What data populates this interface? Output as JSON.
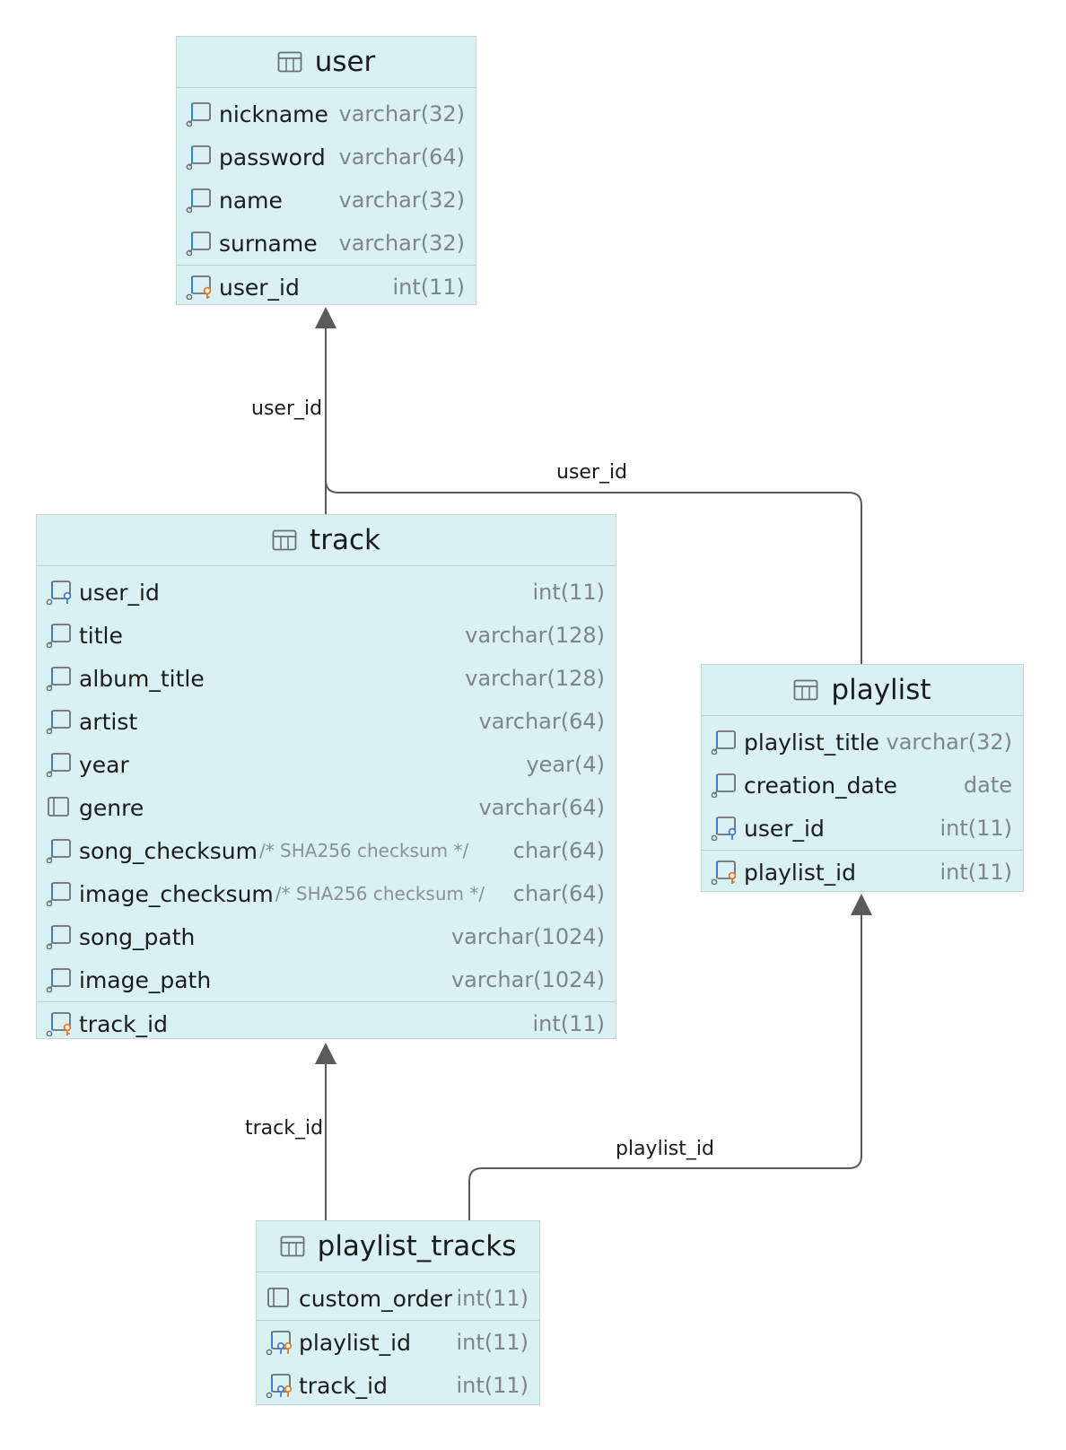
{
  "tables": {
    "user": {
      "name": "user",
      "columns": [
        {
          "name": "nickname",
          "type": "varchar(32)",
          "icon": "column-fk-icon"
        },
        {
          "name": "password",
          "type": "varchar(64)",
          "icon": "column-fk-icon"
        },
        {
          "name": "name",
          "type": "varchar(32)",
          "icon": "column-fk-icon"
        },
        {
          "name": "surname",
          "type": "varchar(32)",
          "icon": "column-fk-icon"
        }
      ],
      "keys": [
        {
          "name": "user_id",
          "type": "int(11)",
          "icon": "primary-key-icon"
        }
      ]
    },
    "track": {
      "name": "track",
      "columns": [
        {
          "name": "user_id",
          "type": "int(11)",
          "icon": "foreign-key-icon"
        },
        {
          "name": "title",
          "type": "varchar(128)",
          "icon": "column-fk-icon"
        },
        {
          "name": "album_title",
          "type": "varchar(128)",
          "icon": "column-fk-icon"
        },
        {
          "name": "artist",
          "type": "varchar(64)",
          "icon": "column-fk-icon"
        },
        {
          "name": "year",
          "type": "year(4)",
          "icon": "column-fk-icon"
        },
        {
          "name": "genre",
          "type": "varchar(64)",
          "icon": "column-icon"
        },
        {
          "name": "song_checksum",
          "comment": "/* SHA256 checksum */",
          "type": "char(64)",
          "icon": "column-fk-icon"
        },
        {
          "name": "image_checksum",
          "comment": "/* SHA256 checksum */",
          "type": "char(64)",
          "icon": "column-fk-icon"
        },
        {
          "name": "song_path",
          "type": "varchar(1024)",
          "icon": "column-fk-icon"
        },
        {
          "name": "image_path",
          "type": "varchar(1024)",
          "icon": "column-fk-icon"
        }
      ],
      "keys": [
        {
          "name": "track_id",
          "type": "int(11)",
          "icon": "primary-key-icon"
        }
      ]
    },
    "playlist": {
      "name": "playlist",
      "columns": [
        {
          "name": "playlist_title",
          "type": "varchar(32)",
          "icon": "column-fk-icon"
        },
        {
          "name": "creation_date",
          "type": "date",
          "icon": "column-fk-icon"
        },
        {
          "name": "user_id",
          "type": "int(11)",
          "icon": "foreign-key-icon"
        }
      ],
      "keys": [
        {
          "name": "playlist_id",
          "type": "int(11)",
          "icon": "primary-key-icon"
        }
      ]
    },
    "playlist_tracks": {
      "name": "playlist_tracks",
      "columns": [
        {
          "name": "custom_order",
          "type": "int(11)",
          "icon": "column-icon"
        }
      ],
      "keys": [
        {
          "name": "playlist_id",
          "type": "int(11)",
          "icon": "composite-key-icon"
        },
        {
          "name": "track_id",
          "type": "int(11)",
          "icon": "composite-key-icon"
        }
      ]
    }
  },
  "relations": [
    {
      "id": "track-user",
      "label": "user_id"
    },
    {
      "id": "playlist-user",
      "label": "user_id"
    },
    {
      "id": "pt-track",
      "label": "track_id"
    },
    {
      "id": "pt-playlist",
      "label": "playlist_id"
    }
  ],
  "colors": {
    "table_fill": "#d9f1f3",
    "table_border": "#c2d6d8",
    "connector": "#5a5a5a",
    "pk_orange": "#e0762b",
    "fk_blue": "#3a7bd5"
  }
}
